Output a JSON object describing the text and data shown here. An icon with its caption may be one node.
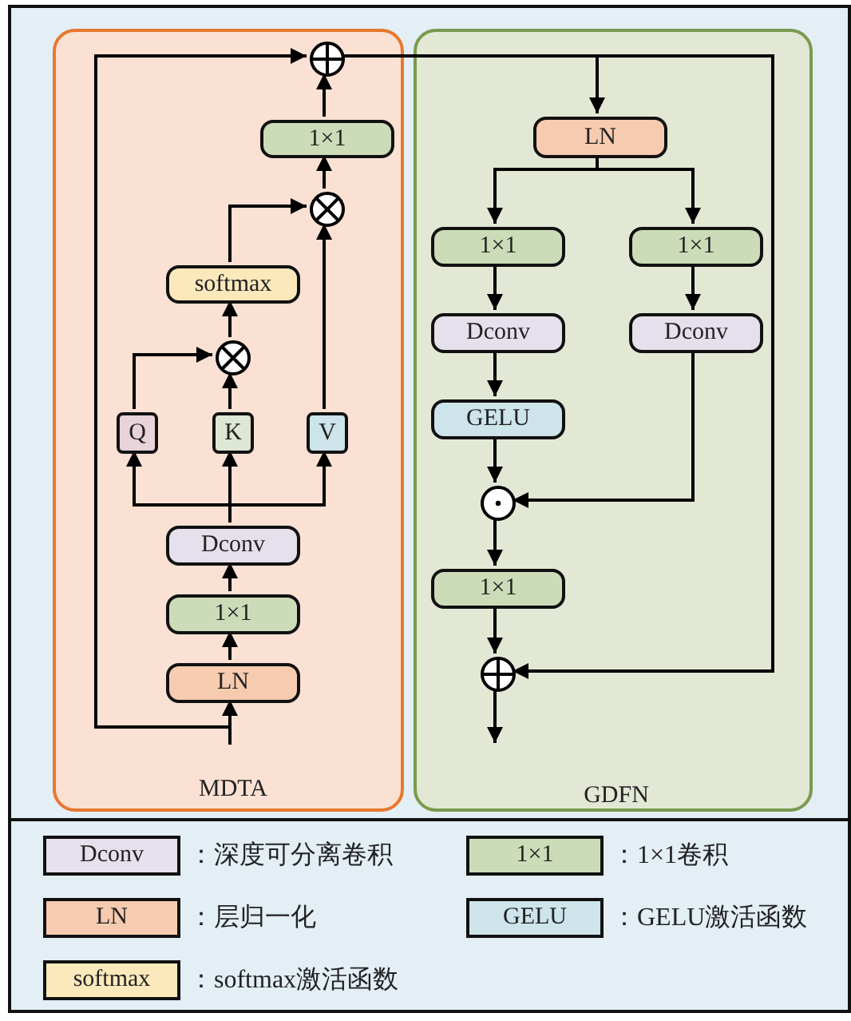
{
  "diagram": {
    "nodes": [
      {
        "text": [
          "MDTA"
        ]
      },
      {
        "text": [
          "GDFN"
        ]
      },
      {
        "text": [],
        "shape": "circle",
        "in": 0
      },
      {
        "text": [
          "1×1"
        ],
        "in": 0
      },
      {
        "text": [],
        "shape": "circle",
        "in": 0
      },
      {
        "text": [
          "softmax"
        ],
        "in": 0
      },
      {
        "text": [],
        "shape": "circle",
        "in": 0
      },
      {
        "text": [
          "Q"
        ],
        "in": 0
      },
      {
        "text": [
          "K"
        ],
        "in": 0
      },
      {
        "text": [
          "V"
        ],
        "in": 0
      },
      {
        "text": [
          "Dconv"
        ],
        "in": 0
      },
      {
        "text": [
          "1×1"
        ],
        "in": 0
      },
      {
        "text": [
          "LN"
        ],
        "in": 0
      },
      {
        "text": [
          "LN"
        ],
        "in": 1
      },
      {
        "text": [
          "1×1"
        ],
        "in": 1
      },
      {
        "text": [
          "1×1"
        ],
        "in": 1
      },
      {
        "text": [
          "Dconv"
        ],
        "in": 1
      },
      {
        "text": [
          "Dconv"
        ],
        "in": 1
      },
      {
        "text": [
          "GELU"
        ],
        "in": 1
      },
      {
        "text": [],
        "shape": "circle",
        "in": 1
      },
      {
        "text": [
          "1×1"
        ],
        "in": 1
      },
      {
        "text": [],
        "shape": "circle",
        "in": 1
      }
    ],
    "edges": [
      {
        "from": null,
        "to": 12,
        "arrow": "to"
      },
      {
        "from": null,
        "to": 2,
        "arrow": "to"
      },
      {
        "from": 12,
        "to": 11,
        "arrow": "to"
      },
      {
        "from": 11,
        "to": 10,
        "arrow": "to"
      },
      {
        "from": 10,
        "to": 7,
        "arrow": "to"
      },
      {
        "from": 10,
        "to": 8,
        "arrow": "to"
      },
      {
        "from": 10,
        "to": 9,
        "arrow": "to"
      },
      {
        "from": 7,
        "to": 6,
        "arrow": "to"
      },
      {
        "from": 8,
        "to": 6,
        "arrow": "to"
      },
      {
        "from": 6,
        "to": 5,
        "arrow": "to"
      },
      {
        "from": 5,
        "to": 4,
        "arrow": "to"
      },
      {
        "from": 9,
        "to": 4,
        "arrow": "to"
      },
      {
        "from": 4,
        "to": 3,
        "arrow": "to"
      },
      {
        "from": 3,
        "to": 2,
        "arrow": "to"
      },
      {
        "from": 2,
        "to": 13,
        "arrow": "to"
      },
      {
        "from": 2,
        "to": 21,
        "arrow": "to"
      },
      {
        "from": 13,
        "to": 14,
        "arrow": "to"
      },
      {
        "from": 13,
        "to": 15,
        "arrow": "to"
      },
      {
        "from": 14,
        "to": 16,
        "arrow": "to"
      },
      {
        "from": 15,
        "to": 17,
        "arrow": "to"
      },
      {
        "from": 16,
        "to": 18,
        "arrow": "to"
      },
      {
        "from": 18,
        "to": 19,
        "arrow": "to"
      },
      {
        "from": 17,
        "to": 19,
        "arrow": "to"
      },
      {
        "from": 19,
        "to": 20,
        "arrow": "to"
      },
      {
        "from": 20,
        "to": 21,
        "arrow": "to"
      },
      {
        "from": 21,
        "to": null,
        "arrow": "to"
      }
    ],
    "labels": [
      "Dconv",
      "1×1",
      "LN",
      "GELU",
      "softmax"
    ],
    "legend": [
      {
        "text": "：深度可分离卷积",
        "color": "#e6e0ec"
      },
      {
        "text": "：1×1卷积",
        "color": "#ccdcb8"
      },
      {
        "text": "：层归一化",
        "color": "#f7cbb0"
      },
      {
        "text": "：GELU激活函数",
        "color": "#cce4ea"
      },
      {
        "text": "：softmax激活函数",
        "color": "#fbe9bc"
      }
    ]
  }
}
